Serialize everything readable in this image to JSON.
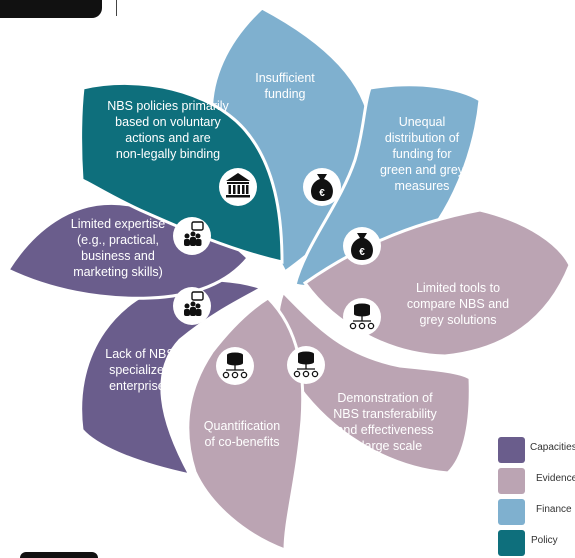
{
  "petals": [
    {
      "id": "insufficient-funding",
      "category": "Finance",
      "text": "Insufficient\nfunding",
      "icon": "money-bag-euro-icon"
    },
    {
      "id": "unequal-distribution",
      "category": "Finance",
      "text": "Unequal\ndistribution of\nfunding for\ngreen and grey\nmeasures",
      "icon": "money-bag-euro-icon"
    },
    {
      "id": "limited-tools",
      "category": "Evidence",
      "text": "Limited tools to\ncompare NBS and\ngrey solutions",
      "icon": "database-network-icon"
    },
    {
      "id": "demonstration-transferability",
      "category": "Evidence",
      "text": "Demonstration of\nNBS transferability\nand effectiveness\nat large scale",
      "icon": "database-network-icon"
    },
    {
      "id": "quantification-cobenefits",
      "category": "Evidence",
      "text": "Quantification\nof co-benefits",
      "icon": "database-network-icon"
    },
    {
      "id": "lack-specialized-enterprises",
      "category": "Capacities",
      "text": "Lack of NBS\nspecialized\nenterprises",
      "icon": "people-speech-icon"
    },
    {
      "id": "limited-expertise",
      "category": "Capacities",
      "text": "Limited expertise\n(e.g., practical,\nbusiness and\nmarketing skills)",
      "icon": "people-speech-icon"
    },
    {
      "id": "nbs-policies",
      "category": "Policy",
      "text": "NBS policies primarily\nbased on voluntary\nactions and are\nnon-legally binding",
      "icon": "government-building-icon"
    }
  ],
  "legend": [
    {
      "label": "Capacities",
      "color": "#6a5d8c"
    },
    {
      "label": "Evidence",
      "color": "#bba4b3"
    },
    {
      "label": "Finance",
      "color": "#7fb0cf"
    },
    {
      "label": "Policy",
      "color": "#0e6f7c"
    }
  ],
  "colors": {
    "Capacities": "#6a5d8c",
    "Evidence": "#bba4b3",
    "Finance": "#7fb0cf",
    "Policy": "#0e6f7c"
  }
}
